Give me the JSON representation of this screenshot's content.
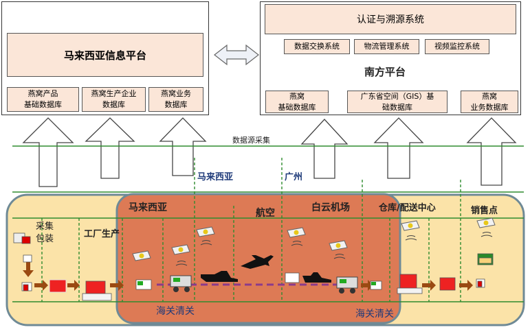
{
  "malaysia_platform": {
    "title": "马来西亚信息平台",
    "db1": "燕窝产品\n基础数据库",
    "db2": "燕窝生产企业\n数据库",
    "db3": "燕窝业务\n数据库"
  },
  "south_platform": {
    "top_system": "认证与溯源系统",
    "sys1": "数据交换系统",
    "sys2": "物流管理系统",
    "sys3": "视频监控系统",
    "title": "南方平台",
    "db1": "燕窝\n基础数据库",
    "db2": "广东省空间（GIS）基\n础数据库",
    "db3": "燕窝\n业务数据库"
  },
  "data_collection_label": "数据源采集",
  "region_malaysia": "马来西亚",
  "region_guangzhou": "广州",
  "zone_malaysia": "马来西亚",
  "zone_airport": "白云机场",
  "zone_air": "航空",
  "zone_warehouse": "仓库/配送中心",
  "zone_sales": "销售点",
  "step_collect": "采集\n包装",
  "step_factory": "工厂生产",
  "customs_left": "海关清关",
  "customs_right": "海关清关",
  "colors": {
    "orange": "#dd7a55",
    "yellow": "#fbe3a8",
    "green": "#2e8b2e",
    "purple": "#8b3a8b",
    "blue_text": "#1f3b7a"
  }
}
